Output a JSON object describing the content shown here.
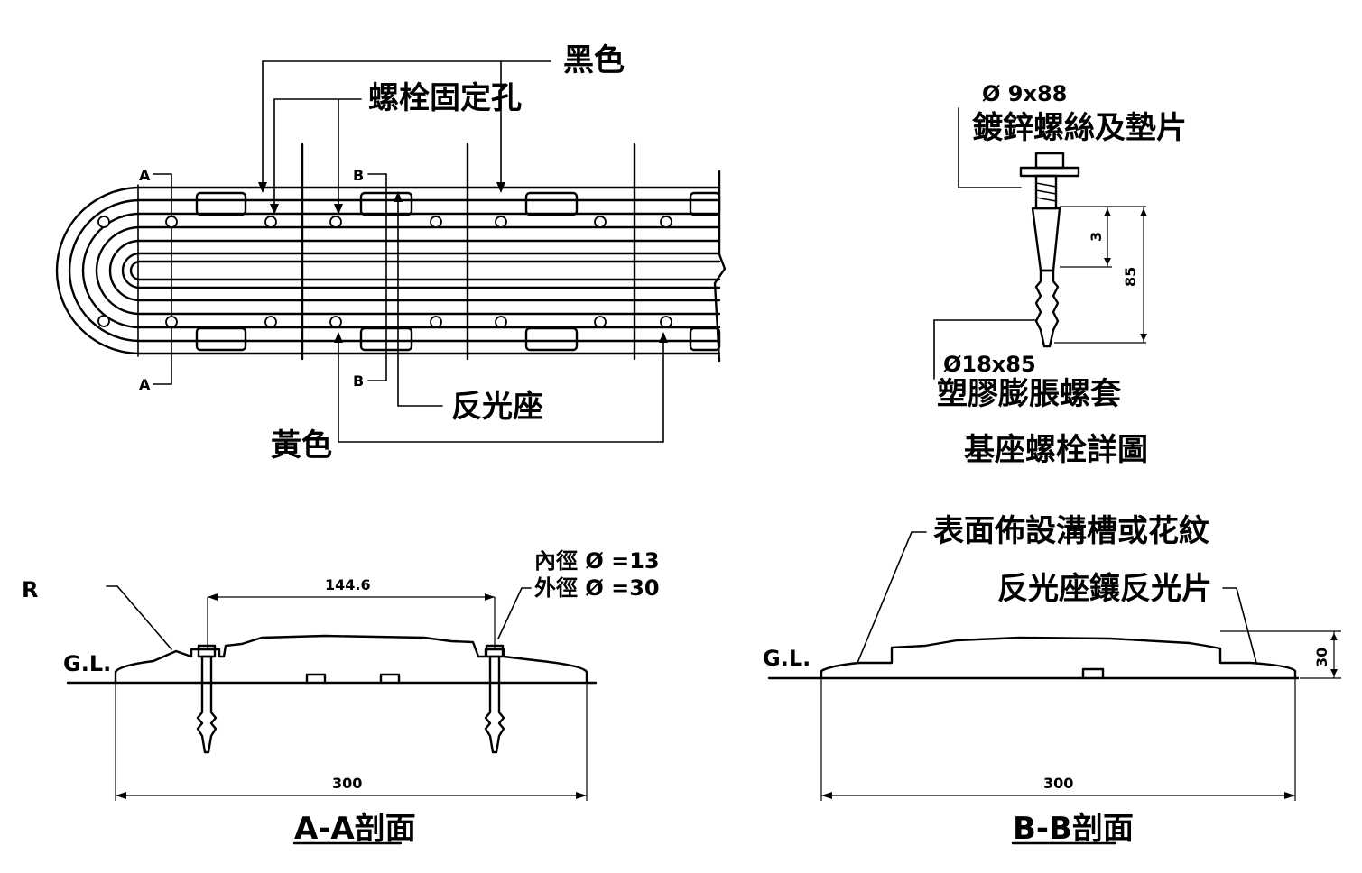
{
  "plan_view": {
    "black_label": "黑色",
    "bolt_hole_label": "螺栓固定孔",
    "reflector_seat_label": "反光座",
    "yellow_label": "黃色",
    "section_a_top": "A",
    "section_a_bottom": "A",
    "section_b_top": "B",
    "section_b_bottom": "B"
  },
  "bolt_detail": {
    "bolt_size": "Ø 9x88",
    "bolt_desc": "鍍鋅螺絲及墊片",
    "dim_small": "3",
    "dim_large": "85",
    "anchor_size": "Ø18x85",
    "anchor_desc": "塑膠膨脹螺套",
    "title": "基座螺栓詳圖"
  },
  "section_aa": {
    "r_label": "R",
    "gl_label": "G.L.",
    "span_dim": "144.6",
    "inner_dia": "內徑 Ø =13",
    "outer_dia": "外徑 Ø =30",
    "width_dim": "300",
    "title": "A-A剖面"
  },
  "section_bb": {
    "surface_note": "表面佈設溝槽或花紋",
    "reflector_note": "反光座鑲反光片",
    "gl_label": "G.L.",
    "height_dim": "30",
    "width_dim": "300",
    "title": "B-B剖面"
  }
}
